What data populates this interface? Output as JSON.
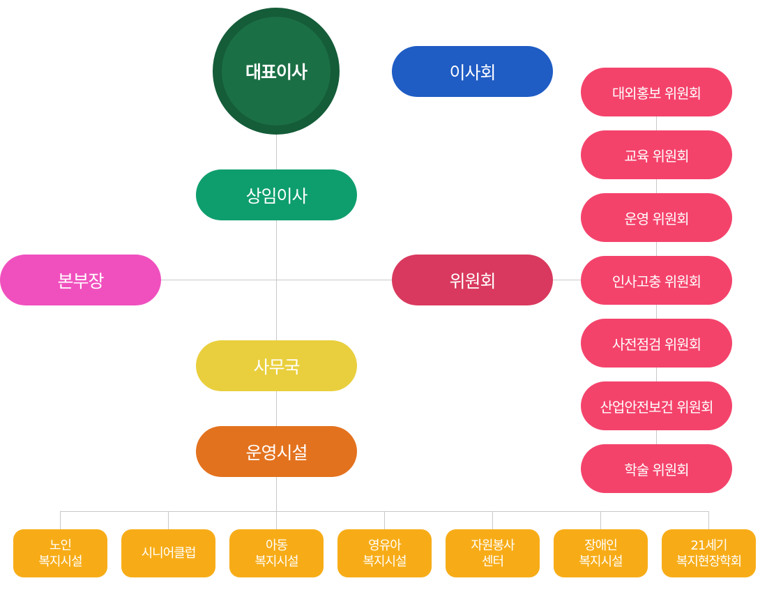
{
  "org": {
    "ceo": "대표이사",
    "board": "이사회",
    "standing_director": "상임이사",
    "headquarters_director": "본부장",
    "committee": "위원회",
    "secretariat": "사무국",
    "operating_facilities": "운영시설"
  },
  "committees": [
    "대외홍보 위원회",
    "교육 위원회",
    "운영 위원회",
    "인사고충 위원회",
    "사전점검 위원회",
    "산업안전보건 위원회",
    "학술 위원회"
  ],
  "facilities": [
    {
      "line1": "노인",
      "line2": "복지시설"
    },
    {
      "line1": "시니어클럽",
      "line2": ""
    },
    {
      "line1": "아동",
      "line2": "복지시설"
    },
    {
      "line1": "영유아",
      "line2": "복지시설"
    },
    {
      "line1": "자원봉사",
      "line2": "센터"
    },
    {
      "line1": "장애인",
      "line2": "복지시설"
    },
    {
      "line1": "21세기",
      "line2": "복지현장학회"
    }
  ],
  "colors": {
    "ceo": "#1b6f45",
    "board": "#1f5cc4",
    "standing_director": "#0e9e6d",
    "headquarters_director": "#f050be",
    "committee": "#d9395e",
    "secretariat": "#e9cf3d",
    "operating_facilities": "#e3721e",
    "committee_items": "#f4436b",
    "facility_items": "#f7ac17",
    "connector": "#c8c8c8"
  }
}
